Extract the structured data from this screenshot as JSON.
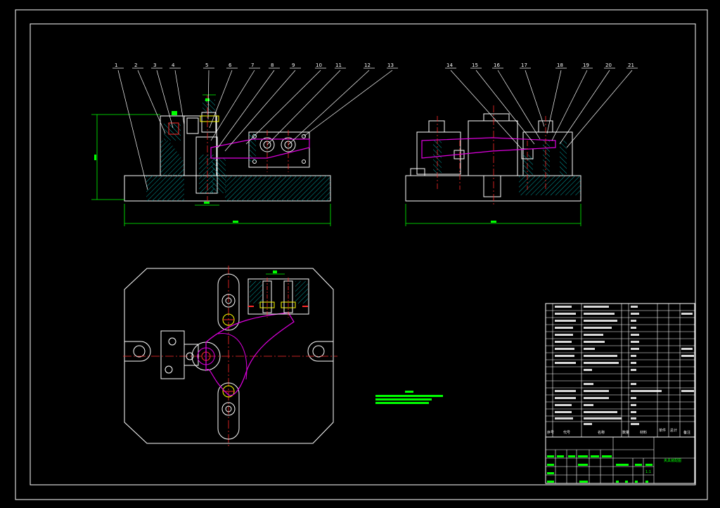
{
  "drawing": {
    "background": "#000000",
    "colors": {
      "frame": "#ffffff",
      "dimension": "#00ff00",
      "part": "#ffffff",
      "centerline": "#ff2a2a",
      "workpiece": "#e000e0",
      "hatch": "#00ffff"
    }
  },
  "front_view_balloons": [
    "1",
    "2",
    "3",
    "4",
    "5",
    "6",
    "7",
    "8",
    "9",
    "10",
    "11",
    "12",
    "13"
  ],
  "side_view_balloons": [
    "14",
    "15",
    "16",
    "17",
    "18",
    "19",
    "20",
    "21"
  ],
  "bom_columns": [
    "序号",
    "代号",
    "名称",
    "数量",
    "材料",
    "单件",
    "总计",
    "备注"
  ],
  "title_block": {
    "drawing_title": "夹具装配图"
  }
}
